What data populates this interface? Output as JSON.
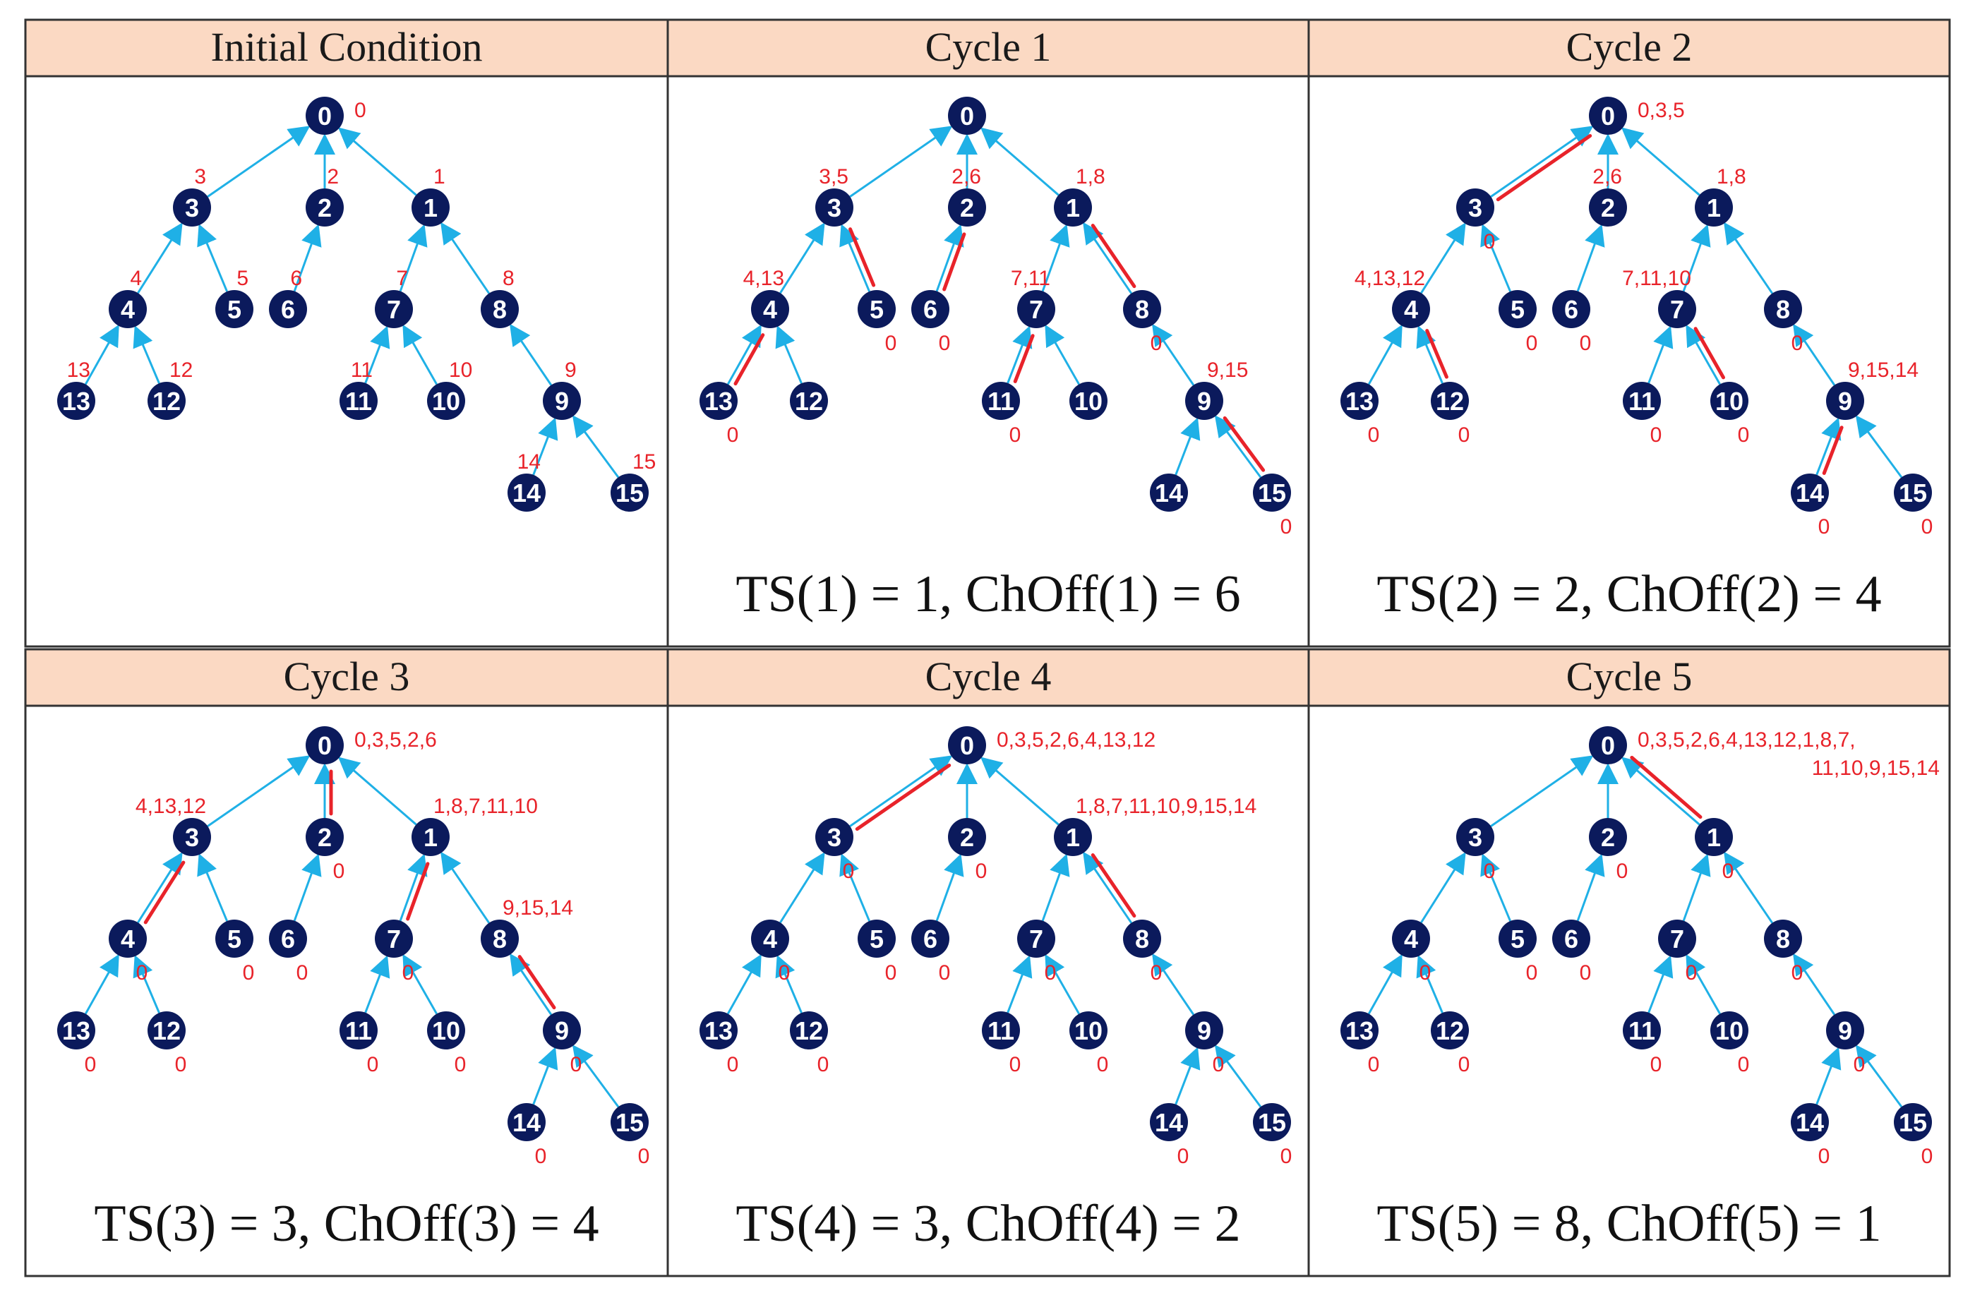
{
  "colors": {
    "node": "#0b1a5c",
    "edge": "#1fb0e6",
    "highlight": "#e8232a",
    "label": "#e8232a",
    "header_bg": "#fbd9c3",
    "border": "#333333"
  },
  "tree_edges": [
    [
      3,
      0
    ],
    [
      2,
      0
    ],
    [
      1,
      0
    ],
    [
      4,
      3
    ],
    [
      5,
      3
    ],
    [
      6,
      2
    ],
    [
      7,
      1
    ],
    [
      8,
      1
    ],
    [
      13,
      4
    ],
    [
      12,
      4
    ],
    [
      11,
      7
    ],
    [
      10,
      7
    ],
    [
      9,
      8
    ],
    [
      14,
      9
    ],
    [
      15,
      9
    ]
  ],
  "panels": [
    {
      "header": "Initial Condition",
      "caption": "",
      "labels": {
        "0": [
          "0"
        ],
        "3": [
          "3"
        ],
        "2": [
          "2"
        ],
        "1": [
          "1"
        ],
        "4": [
          "4"
        ],
        "5": [
          "5"
        ],
        "6": [
          "6"
        ],
        "7": [
          "7"
        ],
        "8": [
          "8"
        ],
        "13": [
          "13"
        ],
        "12": [
          "12"
        ],
        "11": [
          "11"
        ],
        "10": [
          "10"
        ],
        "9": [
          "9"
        ],
        "14": [
          "14"
        ],
        "15": [
          "15"
        ]
      },
      "highlights": []
    },
    {
      "header": "Cycle 1",
      "caption": "TS(1) = 1, ChOff(1) = 6",
      "labels": {
        "3": [
          "3,5"
        ],
        "2": [
          "2,6"
        ],
        "1": [
          "1,8"
        ],
        "4": [
          "4,13"
        ],
        "7": [
          "7,11"
        ],
        "9": [
          "9,15"
        ],
        "5": [
          "0"
        ],
        "6": [
          "0"
        ],
        "8": [
          "0"
        ],
        "13": [
          "0"
        ],
        "11": [
          "0"
        ],
        "15": [
          "0"
        ]
      },
      "highlights": [
        [
          5,
          3
        ],
        [
          6,
          2
        ],
        [
          8,
          1
        ],
        [
          13,
          4
        ],
        [
          11,
          7
        ],
        [
          15,
          9
        ]
      ]
    },
    {
      "header": "Cycle 2",
      "caption": "TS(2) = 2, ChOff(2) = 4",
      "labels": {
        "0": [
          "0,3,5"
        ],
        "2": [
          "2,6"
        ],
        "1": [
          "1,8"
        ],
        "4": [
          "4,13,12"
        ],
        "7": [
          "7,11,10"
        ],
        "9": [
          "9,15,14"
        ],
        "3": [
          "0"
        ],
        "5": [
          "0"
        ],
        "6": [
          "0"
        ],
        "8": [
          "0"
        ],
        "13": [
          "0"
        ],
        "12": [
          "0"
        ],
        "11": [
          "0"
        ],
        "10": [
          "0"
        ],
        "14": [
          "0"
        ],
        "15": [
          "0"
        ]
      },
      "highlights": [
        [
          3,
          0
        ],
        [
          12,
          4
        ],
        [
          10,
          7
        ],
        [
          14,
          9
        ]
      ]
    },
    {
      "header": "Cycle 3",
      "caption": "TS(3) = 3, ChOff(3) = 4",
      "labels": {
        "0": [
          "0,3,5,2,6"
        ],
        "3": [
          "4,13,12"
        ],
        "1": [
          "1,8,7,11,10"
        ],
        "8": [
          "9,15,14"
        ],
        "2": [
          "0"
        ],
        "4": [
          "0"
        ],
        "5": [
          "0"
        ],
        "6": [
          "0"
        ],
        "7": [
          "0"
        ],
        "9": [
          "0"
        ],
        "13": [
          "0"
        ],
        "12": [
          "0"
        ],
        "11": [
          "0"
        ],
        "10": [
          "0"
        ],
        "14": [
          "0"
        ],
        "15": [
          "0"
        ]
      },
      "highlights": [
        [
          2,
          0
        ],
        [
          4,
          3
        ],
        [
          7,
          1
        ],
        [
          9,
          8
        ]
      ]
    },
    {
      "header": "Cycle 4",
      "caption": "TS(4) = 3, ChOff(4) = 2",
      "labels": {
        "0": [
          "0,3,5,2,6,4,13,12"
        ],
        "1": [
          "1,8,7,11,10,9,15,14"
        ],
        "3": [
          "0"
        ],
        "2": [
          "0"
        ],
        "4": [
          "0"
        ],
        "5": [
          "0"
        ],
        "6": [
          "0"
        ],
        "7": [
          "0"
        ],
        "8": [
          "0"
        ],
        "9": [
          "0"
        ],
        "13": [
          "0"
        ],
        "12": [
          "0"
        ],
        "11": [
          "0"
        ],
        "10": [
          "0"
        ],
        "14": [
          "0"
        ],
        "15": [
          "0"
        ]
      },
      "highlights": [
        [
          3,
          0
        ],
        [
          8,
          1
        ]
      ]
    },
    {
      "header": "Cycle 5",
      "caption": "TS(5) = 8, ChOff(5) = 1",
      "labels": {
        "0": [
          "0,3,5,2,6,4,13,12,1,8,7,",
          "11,10,9,15,14"
        ],
        "3": [
          "0"
        ],
        "2": [
          "0"
        ],
        "1": [
          "0"
        ],
        "4": [
          "0"
        ],
        "5": [
          "0"
        ],
        "6": [
          "0"
        ],
        "7": [
          "0"
        ],
        "8": [
          "0"
        ],
        "9": [
          "0"
        ],
        "13": [
          "0"
        ],
        "12": [
          "0"
        ],
        "11": [
          "0"
        ],
        "10": [
          "0"
        ],
        "14": [
          "0"
        ],
        "15": [
          "0"
        ]
      },
      "highlights": [
        [
          1,
          0
        ]
      ]
    }
  ]
}
